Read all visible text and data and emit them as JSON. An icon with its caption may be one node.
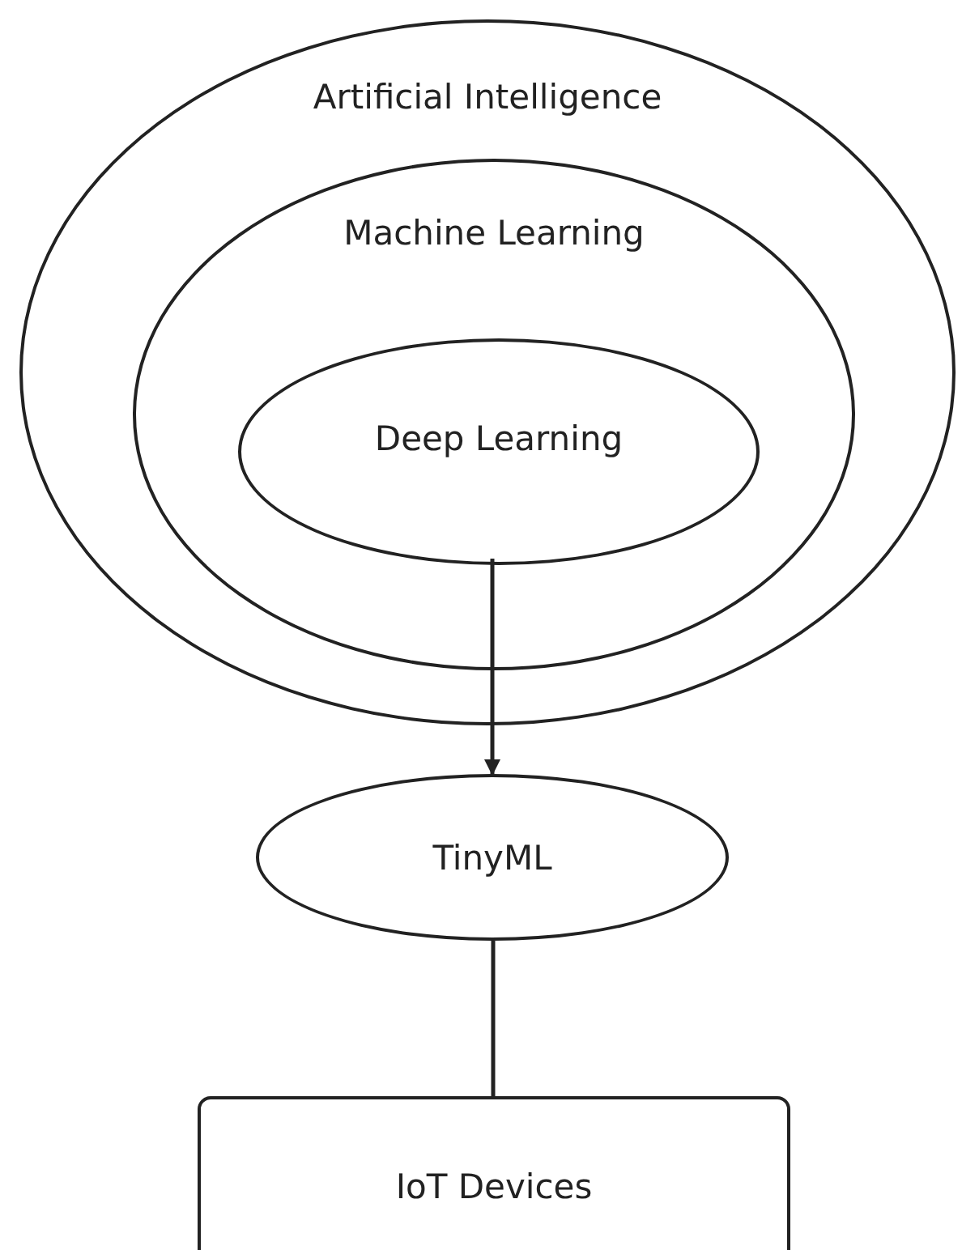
{
  "diagram": {
    "nodes": [
      {
        "text": [
          "Artificial Intelligence"
        ]
      },
      {
        "text": [
          "Machine Learning"
        ],
        "in": 0
      },
      {
        "text": [
          "Deep Learning"
        ],
        "in": 1
      },
      {
        "text": [
          "TinyML"
        ]
      },
      {
        "text": [
          "IoT Devices"
        ]
      }
    ],
    "edges": [
      {
        "from": 2,
        "to": 3,
        "arrow": "to"
      },
      {
        "from": 3,
        "to": 4,
        "arrow": "none"
      }
    ]
  }
}
